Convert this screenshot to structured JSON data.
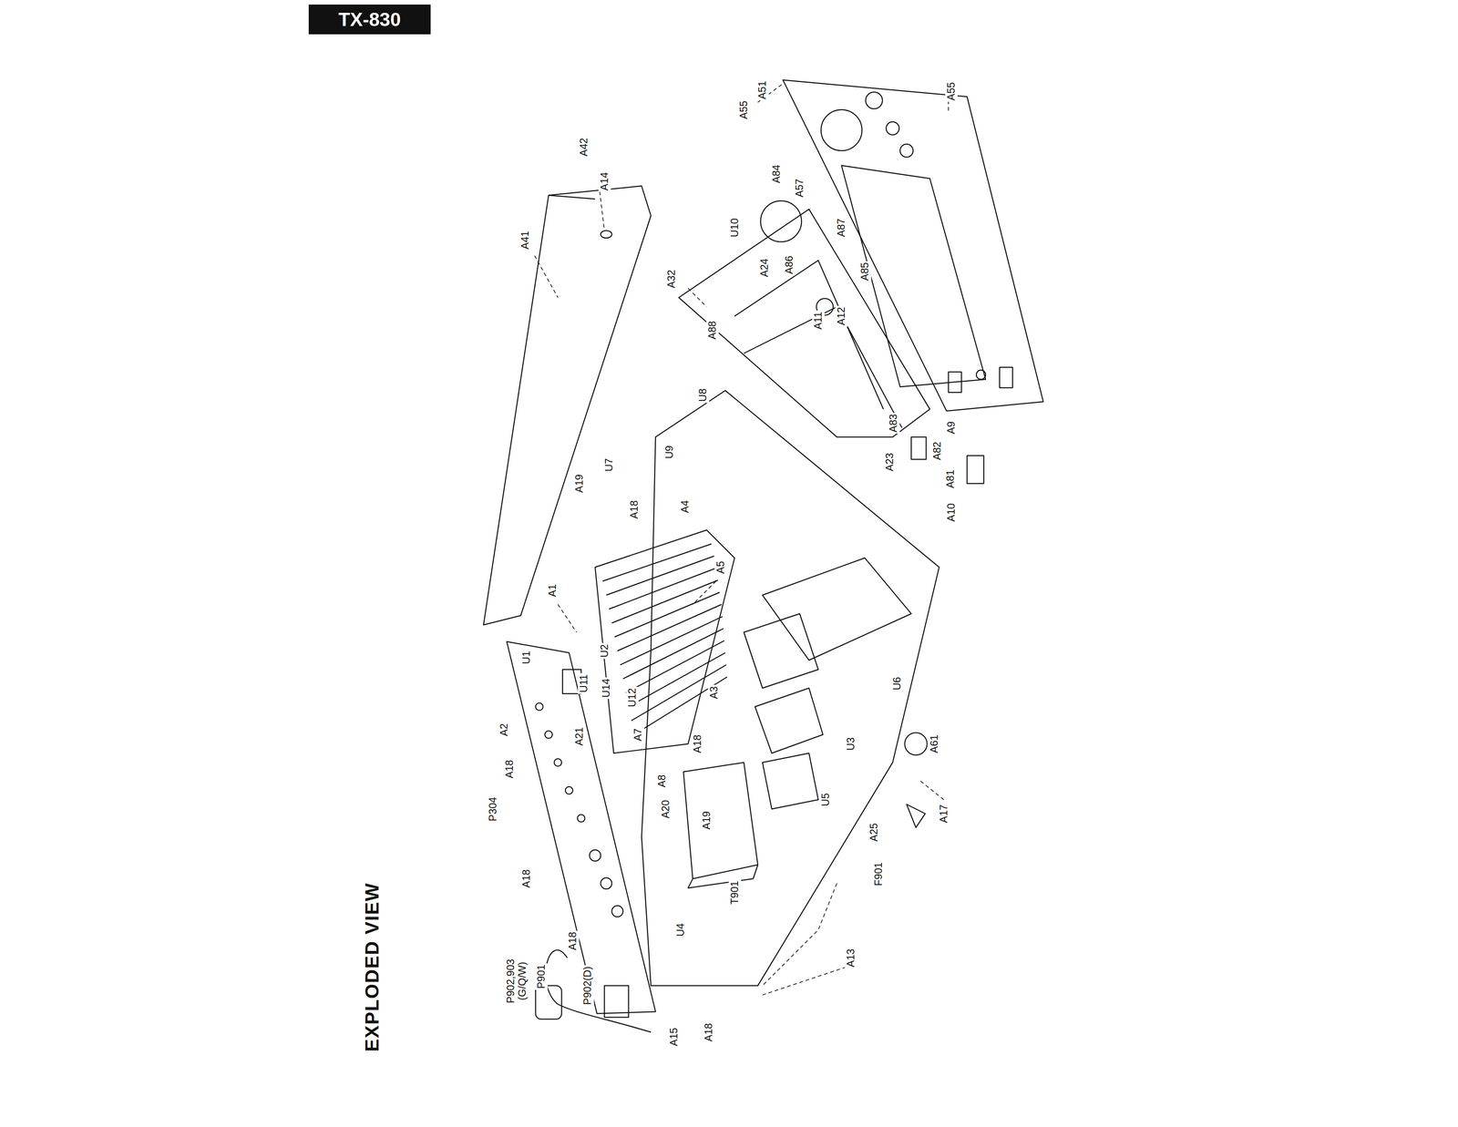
{
  "diagram": {
    "title": "EXPLODED VIEW",
    "nodes": [
      {
        "text": [
          "TX-830"
        ]
      }
    ],
    "labels": [
      "A55",
      "A51",
      "A55",
      "A42",
      "A14",
      "A41",
      "A84",
      "A57",
      "U10",
      "A32",
      "A24",
      "A86",
      "A87",
      "A85",
      "A88",
      "A11",
      "A12",
      "U8",
      "U9",
      "U7",
      "A19",
      "A18",
      "A4",
      "A5",
      "A1",
      "A83",
      "A9",
      "A23",
      "A82",
      "A81",
      "A10",
      "U1",
      "U2",
      "U11",
      "U14",
      "U12",
      "A7",
      "A3",
      "A18",
      "A21",
      "A2",
      "A18",
      "U6",
      "U3",
      "A61",
      "A8",
      "A19",
      "A20",
      "P304",
      "A18",
      "A17",
      "A25",
      "U5",
      "F901",
      "T901",
      "U4",
      "A13",
      "P902,903 (G/Q/W)",
      "P901",
      "A18",
      "P902(D)",
      "A15",
      "A18"
    ]
  }
}
